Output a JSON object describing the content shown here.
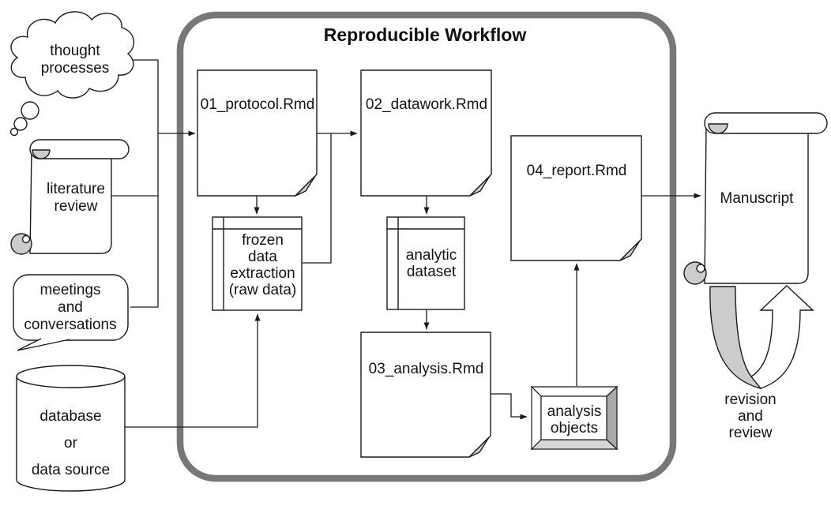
{
  "diagram": {
    "title": "Reproducible Workflow",
    "inputs": {
      "thought_processes": "thought\nprocesses",
      "literature_review": "literature\nreview",
      "meetings": "meetings\nand\nconversations",
      "database": "database\nor\ndata source"
    },
    "workflow": {
      "protocol": "01_protocol.Rmd",
      "datawork": "02_datawork.Rmd",
      "frozen_data": "frozen\ndata\nextraction\n(raw data)",
      "analytic_dataset": "analytic\ndataset",
      "analysis": "03_analysis.Rmd",
      "analysis_objects": "analysis\nobjects",
      "report": "04_report.Rmd"
    },
    "outputs": {
      "manuscript": "Manuscript",
      "revision": "revision\nand\nreview"
    },
    "edges": [
      {
        "from": "thought processes",
        "to": "01_protocol.Rmd"
      },
      {
        "from": "literature review",
        "to": "01_protocol.Rmd"
      },
      {
        "from": "meetings and conversations",
        "to": "01_protocol.Rmd"
      },
      {
        "from": "database or data source",
        "to": "frozen data extraction (raw data)"
      },
      {
        "from": "01_protocol.Rmd",
        "to": "02_datawork.Rmd"
      },
      {
        "from": "01_protocol.Rmd",
        "to": "frozen data extraction (raw data)"
      },
      {
        "from": "frozen data extraction (raw data)",
        "to": "02_datawork.Rmd"
      },
      {
        "from": "02_datawork.Rmd",
        "to": "analytic dataset"
      },
      {
        "from": "analytic dataset",
        "to": "03_analysis.Rmd"
      },
      {
        "from": "03_analysis.Rmd",
        "to": "analysis objects"
      },
      {
        "from": "analysis objects",
        "to": "04_report.Rmd"
      },
      {
        "from": "04_report.Rmd",
        "to": "Manuscript"
      },
      {
        "from": "Manuscript",
        "to": "Manuscript",
        "label": "revision and review"
      }
    ],
    "colors": {
      "outline": "#1a1a1a",
      "container_border": "#777777",
      "shade_gray": "#cccccc",
      "fold_gray": "#d2d2d2",
      "bevel_right": "#a9a9a9",
      "bevel_bottom": "#d6d6d6",
      "background": "#ffffff"
    }
  }
}
